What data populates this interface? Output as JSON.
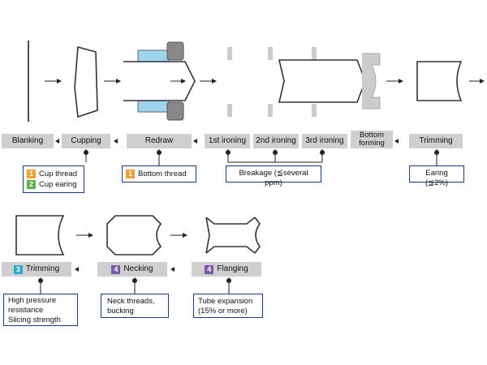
{
  "row1_stages": [
    {
      "label": "Blanking"
    },
    {
      "label": "Cupping"
    },
    {
      "label": "Redraw"
    },
    {
      "label": "1st ironing"
    },
    {
      "label": "2nd ironing"
    },
    {
      "label": "3rd ironing"
    },
    {
      "label": "Bottom forming"
    },
    {
      "label": "Trimming"
    }
  ],
  "row1_defects": {
    "cupping": [
      {
        "num": "1",
        "text": "Cup thread",
        "color": "#f0a030"
      },
      {
        "num": "2",
        "text": "Cup earing",
        "color": "#5ab04a"
      }
    ],
    "redraw": [
      {
        "num": "1",
        "text": "Bottom thread",
        "color": "#f0a030"
      }
    ],
    "ironing": "Breakage (≦several ppm)",
    "trimming": "Earing (≦2%)"
  },
  "row2_stages": [
    {
      "num": "3",
      "label": "Trimming",
      "color": "#2aaed0"
    },
    {
      "num": "4",
      "label": "Necking",
      "color": "#7a5aa6"
    },
    {
      "num": "4",
      "label": "Flanging",
      "color": "#7a5aa6"
    }
  ],
  "row2_notes": [
    {
      "line1": "High pressure",
      "line2": "resistance",
      "line3": "Slicing strength"
    },
    {
      "line1": "Neck threads,",
      "line2": "bucking"
    },
    {
      "line1": "Tube expansion",
      "line2": "(15% or more)"
    }
  ],
  "colors": {
    "label_bg": "#cfcfcf",
    "box_border": "#1f3c7a",
    "die_blue": "#9ed4ef"
  }
}
